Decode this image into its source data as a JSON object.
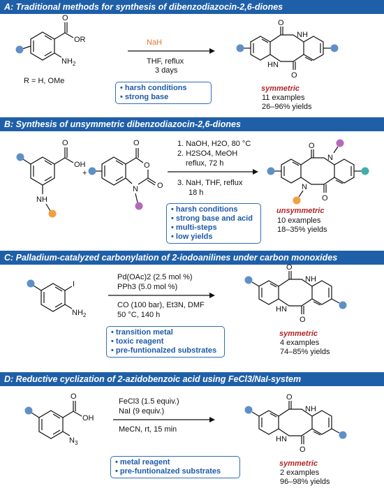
{
  "sections": [
    {
      "title": "A: Traditional methods for synthesis of dibenzodiazocin-2,6-diones",
      "reactant_label": "R = H, OMe",
      "reagent": "NaH",
      "conditions": [
        "THF, reflux",
        "3 days"
      ],
      "notes": [
        "harsh conditions",
        "strong base"
      ],
      "product_tag": "symmetric",
      "examples": "11 examples",
      "yields": "26–96% yields"
    },
    {
      "title": "B: Synthesis of unsymmetric dibenzodiazocin-2,6-diones",
      "conditions": [
        "1. NaOH, H2O, 80 °C",
        "2. H2SO4, MeOH",
        "reflux, 72 h",
        "3. NaH, THF, reflux",
        "18 h"
      ],
      "notes": [
        "harsh conditions",
        "strong base and acid",
        "multi-steps",
        "low yields"
      ],
      "product_tag": "unsymmetric",
      "examples": "10 examples",
      "yields": "18–35% yields"
    },
    {
      "title": "C: Palladium-catalyzed carbonylation of 2-iodoanilines under carbon monoxides",
      "conditions": [
        "Pd(OAc)2 (2.5 mol %)",
        "PPh3 (5.0 mol %)",
        "CO (100 bar), Et3N, DMF",
        "50 °C, 140 h"
      ],
      "notes": [
        "transition metal",
        "toxic reagent",
        "pre-funtionalzed substrates"
      ],
      "product_tag": "symmetric",
      "examples": "4 examples",
      "yields": "74–85% yields"
    },
    {
      "title": "D: Reductive cyclization of 2-azidobenzoic acid using FeCl3/NaI-system",
      "conditions": [
        "FeCl3 (1.5 equiv.)",
        "NaI (9 equiv.)",
        "MeCN, rt, 15 min"
      ],
      "notes": [
        "metal reagent",
        "pre-funtionalzed substrates"
      ],
      "product_tag": "symmetric",
      "examples": "2 examples",
      "yields": "96–98% yields"
    }
  ],
  "atoms": {
    "O": "O",
    "OR": "OR",
    "OH": "OH",
    "NH": "NH",
    "HN": "HN",
    "NH2": "NH",
    "N": "N",
    "N3": "N",
    "I": "I",
    "plus": "+",
    "sub2": "2",
    "sub3": "3"
  },
  "colors": {
    "header": "#1f5fa8",
    "substituent_blue": "#5f8fc7",
    "substituent_orange": "#f0a040",
    "substituent_purple": "#b46ab8",
    "tag": "#b12424",
    "note": "#1d5aa8"
  }
}
